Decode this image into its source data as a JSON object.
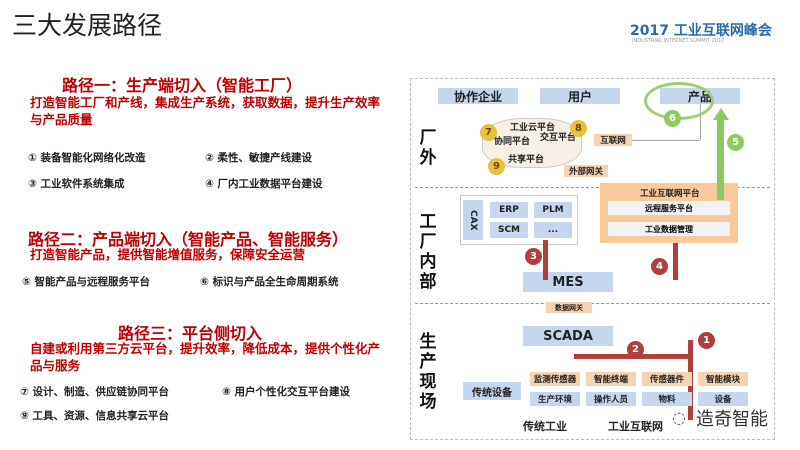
{
  "title": "三大发展路径",
  "logo": {
    "main": "2017 工业互联网峰会",
    "sub": "INDUSTRIAL INTERNET SUMMIT 2017"
  },
  "paths": [
    {
      "heading": "路径一：生产端切入（智能工厂）",
      "desc": "打造智能工厂和产线，集成生产系统，获取数据，提升生产效率与产品质量",
      "items": [
        "① 装备智能化网络化改造",
        "② 柔性、敏捷产线建设",
        "③ 工业软件系统集成",
        "④ 厂内工业数据平台建设"
      ]
    },
    {
      "heading": "路径二：产品端切入（智能产品、智能服务）",
      "desc": "打造智能产品，提供智能增值服务，保障安全运营",
      "items": [
        "⑤ 智能产品与远程服务平台",
        "⑥ 标识与产品全生命周期系统"
      ]
    },
    {
      "heading": "路径三：平台侧切入",
      "desc": "自建或利用第三方云平台，提升效率，降低成本，提供个性化产品与服务",
      "items": [
        "⑦ 设计、制造、供应链协同平台",
        "⑧ 用户个性化交互平台建设",
        "⑨ 工具、资源、信息共享云平台"
      ]
    }
  ],
  "diagram": {
    "zones": [
      "厂外",
      "工厂内部",
      "生产现场"
    ],
    "outside": {
      "partner": "协作企业",
      "user": "用户",
      "product": "产品",
      "cloud": "工业云平台",
      "collab": "协同平台",
      "interact": "交互平台",
      "share": "共享平台",
      "internet": "互联网",
      "gateway": "外部网关"
    },
    "inside": {
      "cax": "CAX",
      "erp": "ERP",
      "plm": "PLM",
      "scm": "SCM",
      "more": "...",
      "iip": "工业互联网平台",
      "remote": "远程服务平台",
      "data": "工业数据管理",
      "mes": "MES",
      "dgw": "数据网关"
    },
    "field": {
      "scada": "SCADA",
      "legacy": "传统设备",
      "top": [
        "监测传感器",
        "智能终端",
        "传感器件",
        "智能模块"
      ],
      "bottom": [
        "生产环境",
        "操作人员",
        "物料",
        "设备"
      ]
    },
    "legend": {
      "traditional": "传统工业",
      "iiot": "工业互联网"
    },
    "numbers": [
      "1",
      "2",
      "3",
      "4",
      "5",
      "6",
      "7",
      "8",
      "9"
    ]
  },
  "watermark": "造奇智能"
}
